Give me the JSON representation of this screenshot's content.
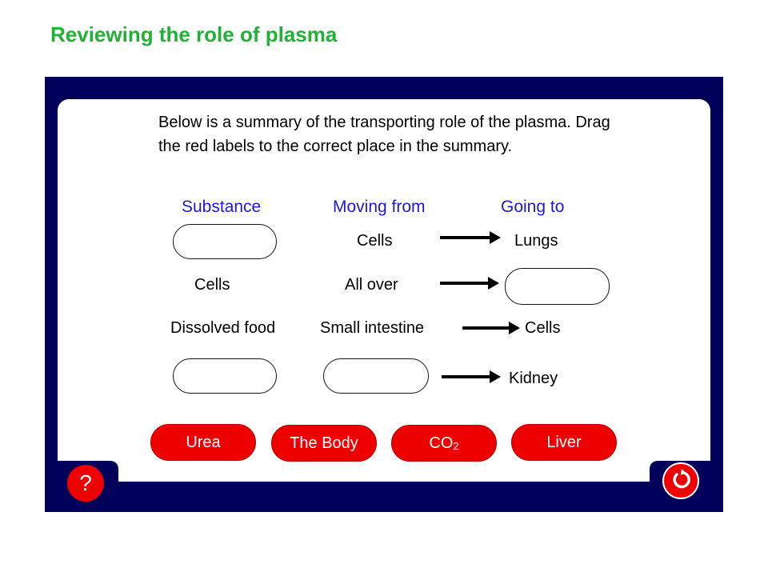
{
  "title": "Reviewing the role of plasma",
  "instructions": "Below is a summary of the transporting role of the plasma.  Drag the red labels to the correct place in the summary.",
  "headers": {
    "substance": "Substance",
    "moving_from": "Moving from",
    "going_to": "Going to"
  },
  "rows": [
    {
      "substance": "",
      "moving_from": "Cells",
      "going_to": "Lungs"
    },
    {
      "substance": "Cells",
      "moving_from": "All over",
      "going_to": ""
    },
    {
      "substance": "Dissolved food",
      "moving_from": "Small intestine",
      "going_to": "Cells"
    },
    {
      "substance": "",
      "moving_from": "",
      "going_to": "Kidney"
    }
  ],
  "labels": {
    "urea": "Urea",
    "the_body": "The Body",
    "co2_base": "CO",
    "co2_sub": "2",
    "liver": "Liver"
  },
  "buttons": {
    "help": "?"
  },
  "colors": {
    "accent_red": "#ee0000",
    "frame_navy": "#00005a",
    "title_green": "#22b036",
    "header_blue": "#1a1ad6"
  },
  "icons": {
    "help": "question-mark-icon",
    "reset": "undo-icon"
  }
}
